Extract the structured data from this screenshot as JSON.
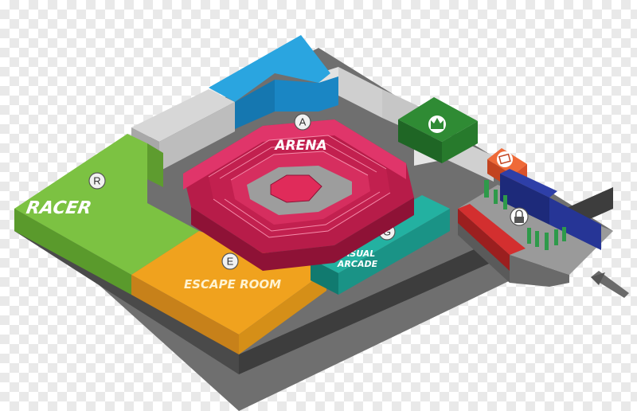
{
  "zones": {
    "arena": {
      "label": "ARENA",
      "marker": "A"
    },
    "racer": {
      "label": "RACER",
      "marker": "R"
    },
    "escape_room": {
      "label": "ESCAPE ROOM",
      "marker": "E"
    },
    "casual_arcade": {
      "label_line1": "CASUAL",
      "label_line2": "ARCADE",
      "marker": "G"
    }
  },
  "icons": {
    "crown": "crown-icon",
    "ticket": "ticket-icon",
    "lock": "lock-icon",
    "entrance": "entrance-arrow-icon"
  },
  "colors": {
    "racer": "#7cc242",
    "escape_room": "#f0a21e",
    "arena": "#d8245a",
    "casual_arcade": "#1fa597",
    "blue_block": "#1e9ad6",
    "green_block": "#2e7d2e",
    "orange_block": "#e0522a",
    "floor": "#7a7a7a",
    "walls": "#cfcfcf"
  }
}
